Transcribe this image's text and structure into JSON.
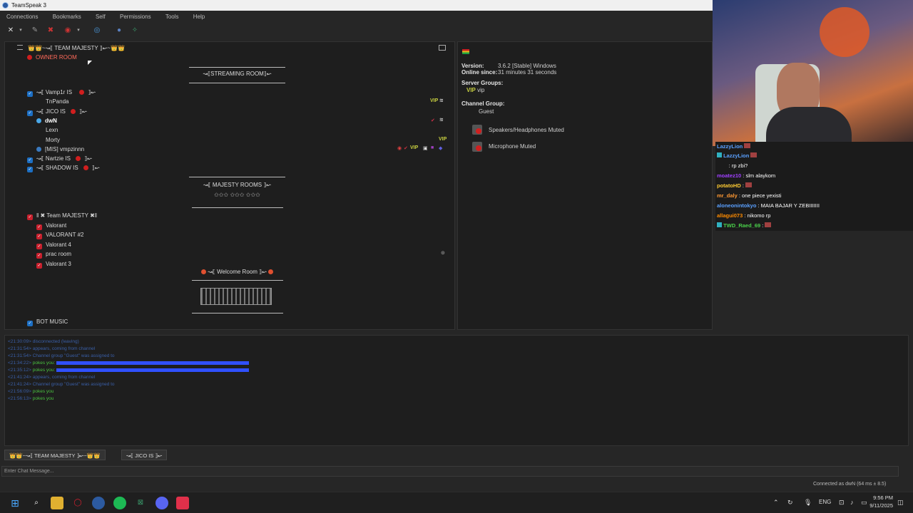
{
  "window": {
    "title": "TeamSpeak 3"
  },
  "menu": [
    "Connections",
    "Bookmarks",
    "Self",
    "Permissions",
    "Tools",
    "Help"
  ],
  "toolbar_icons": [
    "disconnect-icon",
    "dropdown-arrow-icon",
    "key-icon",
    "mute-microphone-icon",
    "mute-speakers-icon",
    "dropdown-arrow-icon",
    "away-icon",
    "contacts-icon",
    "subscribe-icon"
  ],
  "tree": {
    "server": "👑👑~↝⟦ TEAM MAJESTY ⟧↜~👑👑",
    "owner_room": "OWNER ROOM",
    "streaming_room": "↝⟦STREAMING ROOM⟧↜",
    "channels_a": [
      {
        "name": "↝⟦ Vamp1r IS",
        "tail": "⟧↜"
      },
      {
        "name": "TnPanda"
      },
      {
        "name": "↝⟦ JICO IS",
        "tail": "⟧↜"
      },
      {
        "name": "dwN"
      },
      {
        "name": "Lexn"
      },
      {
        "name": "Morty"
      },
      {
        "name": "[MIS] vmpzinnn"
      },
      {
        "name": "↝⟦ Nartzie IS",
        "tail": "⟧↜"
      },
      {
        "name": "↝⟦ SHADOW IS",
        "tail": "⟧↜"
      }
    ],
    "majesty_rooms": "↝⟦ MAJESTY ROOMS ⟧↜",
    "team_majesty": "‖ ✖ Team MAJESTY ✖‖",
    "team_sub": [
      "Valorant",
      "VALORANT #2",
      "Valorant 4",
      "prac room",
      "Valorant 3"
    ],
    "welcome_room": "↝⟦ Welcome Room ⟧↜",
    "bot_music": "BOT MUSIC",
    "vip_badge": "VIP"
  },
  "info": {
    "version_label": "Version:",
    "version_value": "3.6.2 [Stable] Windows",
    "online_label": "Online since:",
    "online_value": "31 minutes 31 seconds",
    "server_groups_label": "Server Groups:",
    "server_group_value": "vip",
    "channel_group_label": "Channel Group:",
    "channel_group_value": "Guest",
    "speakers_status": "Speakers/Headphones Muted",
    "mic_status": "Microphone Muted"
  },
  "stream_chat": [
    {
      "user": "LazzyLion",
      "msg": "",
      "color": "#5aa0ff"
    },
    {
      "user": "LazzyLion",
      "msg": "",
      "color": "#5aa0ff"
    },
    {
      "user": "",
      "msg": ": rp zbi?",
      "color": "#3f4fff"
    },
    {
      "user": "moatez10",
      "msg": ": slm alaykom",
      "color": "#a040ff"
    },
    {
      "user": "potatoHD",
      "msg": ":",
      "color": "#ffcc33"
    },
    {
      "user": "mr_daly",
      "msg": ": one piece yexisti",
      "color": "#ff9933"
    },
    {
      "user": "aloneonintokyo",
      "msg": ": MAIA BAJAR Y ZEBIIIIIII",
      "color": "#5aa0ff"
    },
    {
      "user": "allagui073",
      "msg": ": nikomo rp",
      "color": "#ff8c00"
    },
    {
      "user": "TWD_Raed_69",
      "msg": ":",
      "color": "#4ad04a"
    }
  ],
  "log": [
    {
      "ts": "<21:30:09>",
      "text": "disconnected (leaving)"
    },
    {
      "ts": "<21:31:54>",
      "text": "appears, coming from channel"
    },
    {
      "ts": "<21:31:54>",
      "text": "Channel group \"Guest\" was assigned to"
    },
    {
      "ts": "<21:34:22>",
      "text": "pokes you:",
      "green": true
    },
    {
      "ts": "<21:35:12>",
      "text": "pokes you:",
      "green": true
    },
    {
      "ts": "<21:41:24>",
      "text": "appears, coming from channel"
    },
    {
      "ts": "<21:41:24>",
      "text": "Channel group \"Guest\" was assigned to"
    },
    {
      "ts": "<21:56:09>",
      "text": "pokes you",
      "green": true
    },
    {
      "ts": "<21:56:13>",
      "text": "pokes you",
      "green": true
    }
  ],
  "tabs": [
    "👑👑~↝⟦ TEAM MAJESTY ⟧↜~👑👑",
    "↝⟦ JICO IS ⟧↜"
  ],
  "chat_input_placeholder": "Enter Chat Message...",
  "status": "Connected as dwN (64 ms ± 8.5)",
  "tray": {
    "lang": "ENG",
    "time": "9:56 PM",
    "date": "9/11/2025"
  },
  "colors": {
    "accent": "#1c6fc4",
    "red": "#c8202d",
    "vip": "#c8d040"
  }
}
